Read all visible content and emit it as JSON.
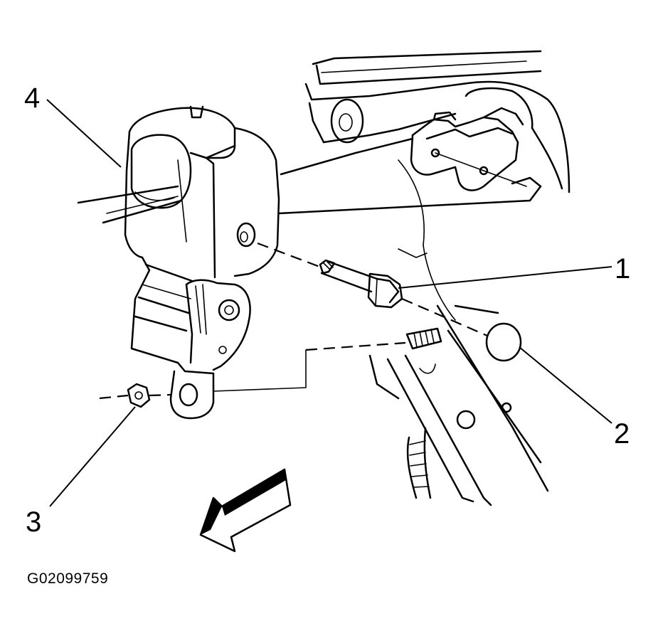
{
  "callouts": {
    "bolt": "1",
    "cap": "2",
    "nut": "3",
    "retractor": "4"
  },
  "figure_id": "G02099759",
  "icons": {
    "direction_arrow": "front-arrow-icon"
  }
}
